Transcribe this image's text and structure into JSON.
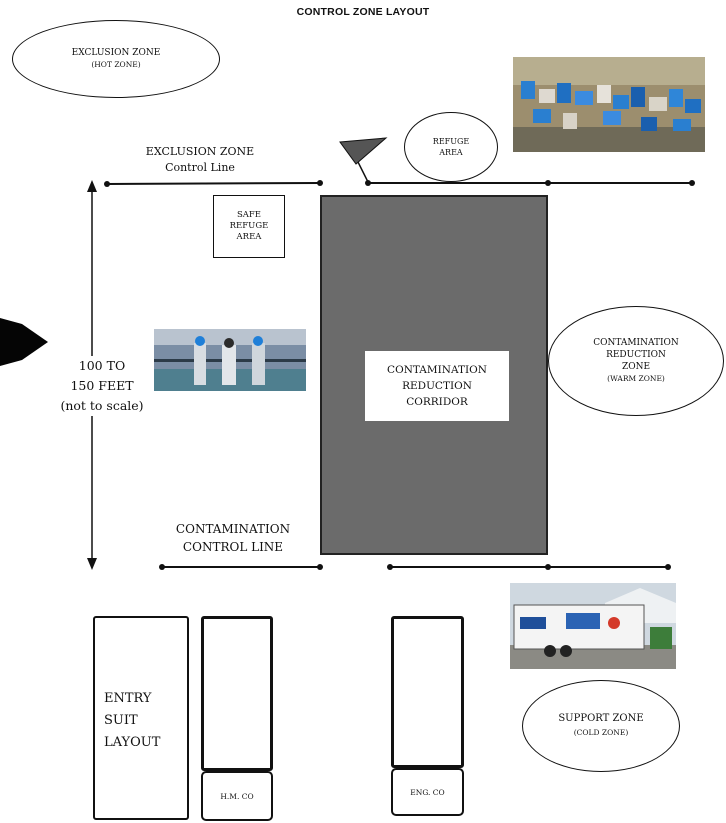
{
  "title": "CONTROL ZONE LAYOUT",
  "exclusion_zone": {
    "line1": "EXCLUSION ZONE",
    "line2": "(HOT ZONE)"
  },
  "exclusion_control": {
    "line1": "EXCLUSION ZONE",
    "line2": "Control Line"
  },
  "refuge_area": {
    "line1": "REFUGE",
    "line2": "AREA"
  },
  "safe_refuge": {
    "line1": "SAFE",
    "line2": "REFUGE",
    "line3": "AREA"
  },
  "distance": {
    "line1": "100 TO",
    "line2": "150 FEET",
    "line3": "(not to scale)"
  },
  "corridor": {
    "line1": "CONTAMINATION",
    "line2": "REDUCTION",
    "line3": "CORRIDOR"
  },
  "reduction_zone": {
    "line1": "CONTAMINATION",
    "line2": "REDUCTION",
    "line3": "ZONE",
    "line4": "(WARM ZONE)"
  },
  "contamination_control": {
    "line1": "CONTAMINATION",
    "line2": "CONTROL LINE"
  },
  "entry_suit": {
    "line1": "ENTRY",
    "line2": "SUIT",
    "line3": "LAYOUT"
  },
  "hm_co": "H.M. CO",
  "eng_co": "ENG. CO",
  "support_zone": {
    "line1": "SUPPORT ZONE",
    "line2": "(COLD ZONE)"
  },
  "colors": {
    "corridor": "#6b6b6b",
    "line": "#111111"
  }
}
